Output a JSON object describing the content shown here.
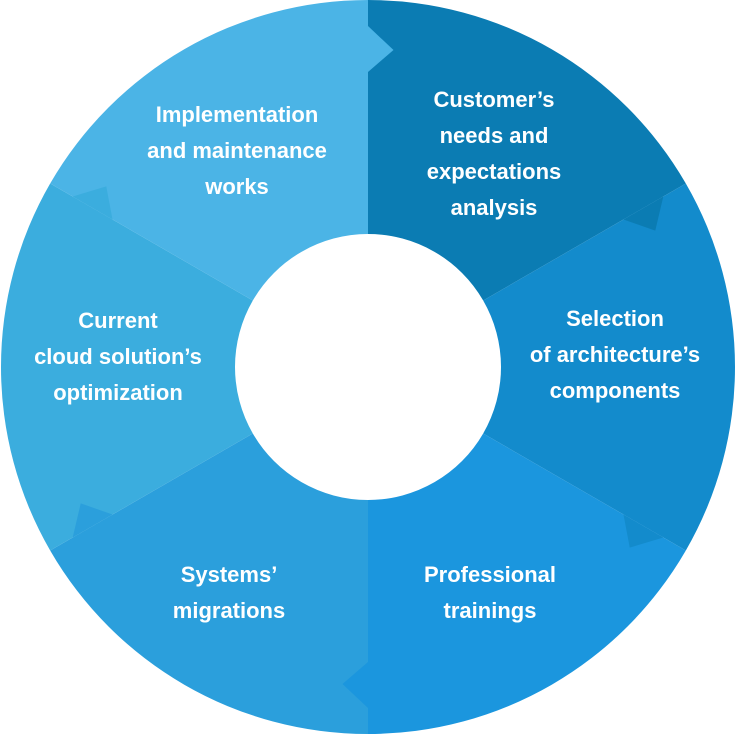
{
  "segments": [
    {
      "label": "Customer’s\nneeds and\nexpectations\nanalysis",
      "color": "#0b7cb3"
    },
    {
      "label": "Selection\nof architecture’s\ncomponents",
      "color": "#138bcc"
    },
    {
      "label": "Professional\ntrainings",
      "color": "#1b96de"
    },
    {
      "label": "Systems’\nmigrations",
      "color": "#2b9fdc"
    },
    {
      "label": "Current\ncloud solution’s\noptimization",
      "color": "#3badde"
    },
    {
      "label": "Implementation\nand maintenance\nworks",
      "color": "#4bb4e6"
    }
  ]
}
